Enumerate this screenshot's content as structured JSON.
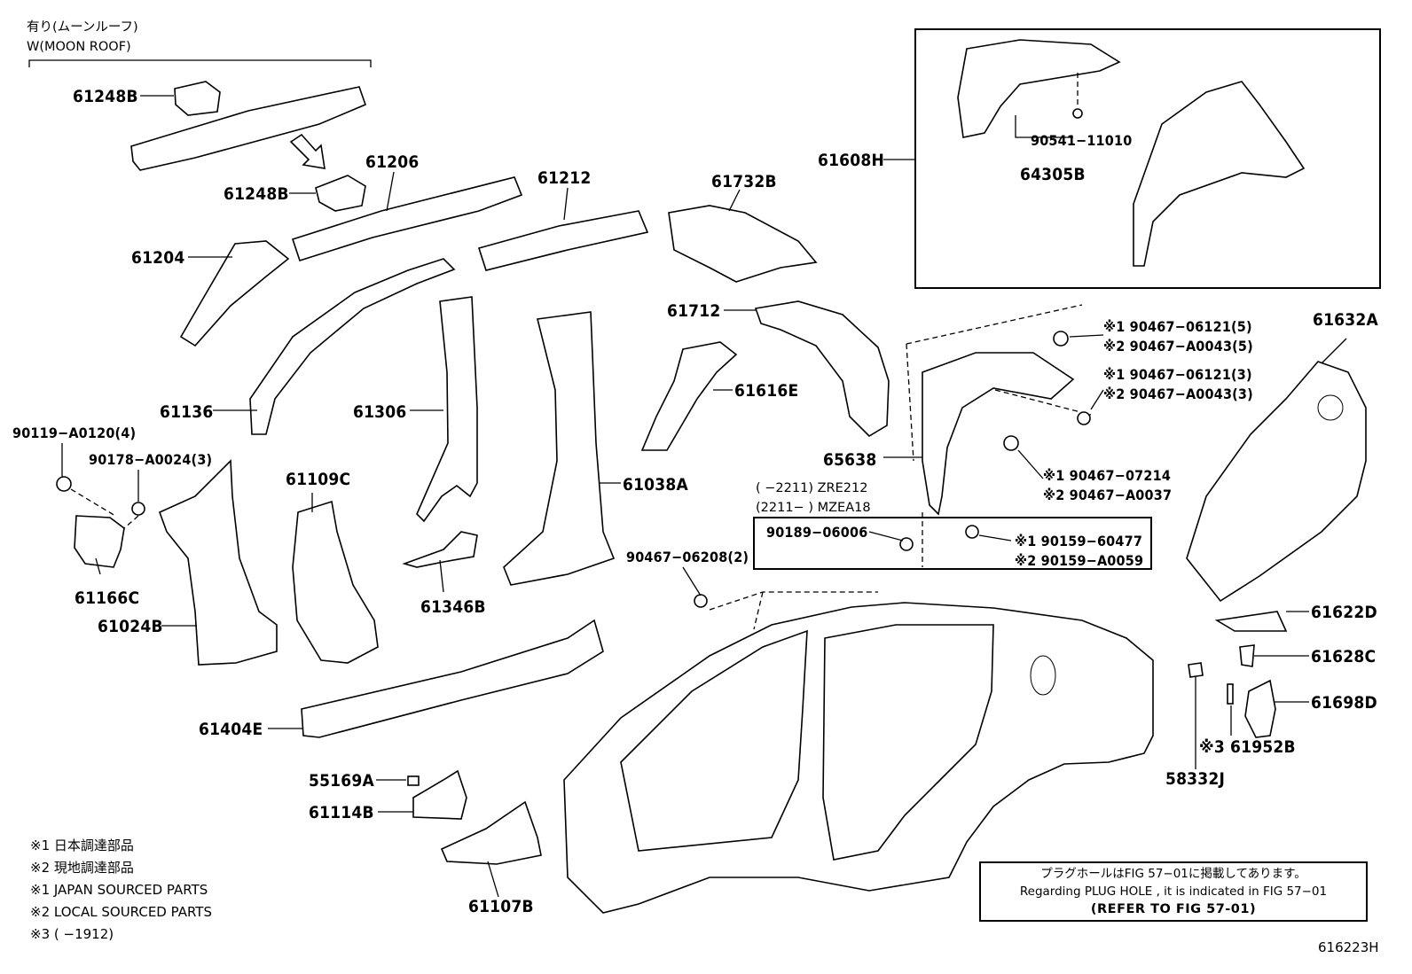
{
  "header": {
    "variant_jp": "有り(ムーンルーフ)",
    "variant_en": "W(MOON ROOF)"
  },
  "parts": {
    "p61248B_a": "61248B",
    "p61248B_b": "61248B",
    "p61206": "61206",
    "p61212": "61212",
    "p61732B": "61732B",
    "p61204": "61204",
    "p61136": "61136",
    "p61306": "61306",
    "p61712": "61712",
    "p61616E": "61616E",
    "p61038A": "61038A",
    "p65638": "65638",
    "p61109C": "61109C",
    "p61166C": "61166C",
    "p61024B": "61024B",
    "p61346B": "61346B",
    "p61404E": "61404E",
    "p55169A": "55169A",
    "p61114B": "61114B",
    "p61107B": "61107B",
    "p61608H": "61608H",
    "p64305B": "64305B",
    "p90541": "90541−11010",
    "p61632A": "61632A",
    "p61622D": "61622D",
    "p61628C": "61628C",
    "p61698D": "61698D",
    "p61952B": "※3 61952B",
    "p58332J": "58332J",
    "p90119": "90119−A0120(4)",
    "p90178": "90178−A0024(3)",
    "p90467_06208": "90467−06208(2)",
    "p90189": "90189−06006",
    "fasteners_a1": "※1 90467−06121(5)",
    "fasteners_a2": "※2 90467−A0043(5)",
    "fasteners_b1": "※1 90467−06121(3)",
    "fasteners_b2": "※2 90467−A0043(3)",
    "fasteners_c1": "※1 90467−07214",
    "fasteners_c2": "※2 90467−A0037",
    "fasteners_d1": "※1  90159−60477",
    "fasteners_d2": "※2  90159−A0059",
    "range1": "(        −2211) ZRE212",
    "range2": "(2211−        ) MZEA18"
  },
  "notes": [
    "※1  日本調達部品",
    "※2  現地調達部品",
    "※1  JAPAN SOURCED PARTS",
    "※2  LOCAL SOURCED PARTS",
    "※3 (        −1912)"
  ],
  "plug_note": {
    "line1": "プラグホールはFIG 57−01に掲載してあります。",
    "line2": "Regarding  PLUG  HOLE , it is indicated in FIG 57−01",
    "line3": "(REFER TO FIG 57-01)"
  },
  "figure_id": "616223H"
}
